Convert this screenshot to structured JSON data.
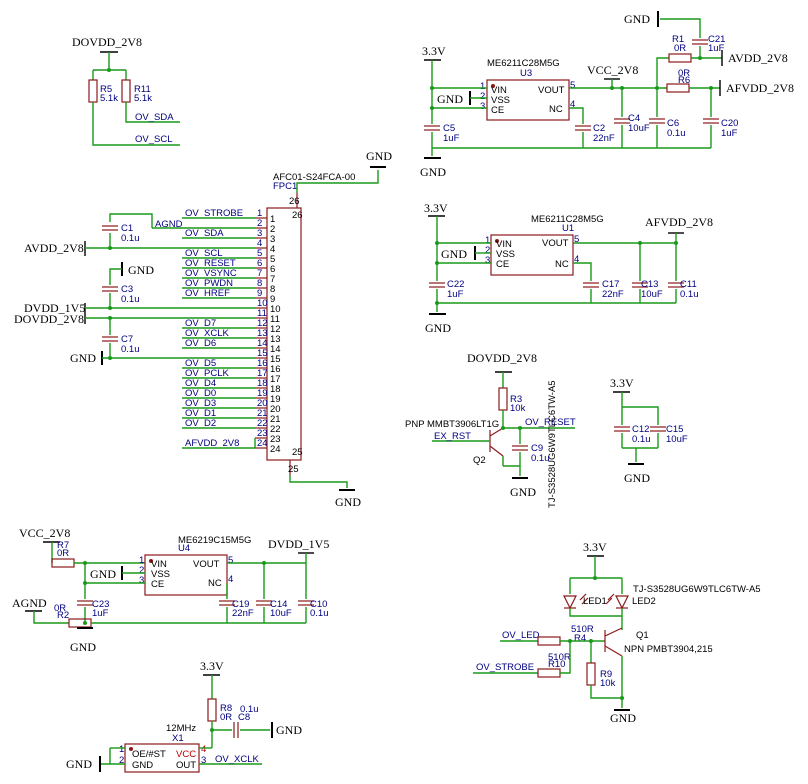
{
  "power": {
    "dovdd_2v8": "DOVDD_2V8",
    "v33": "3.3V",
    "vcc_2v8": "VCC_2V8",
    "avdd_2v8": "AVDD_2V8",
    "afvdd_2v8": "AFVDD_2V8",
    "dvdd_1v5": "DVDD_1V5",
    "dovdd_2v8_2": "DOVDD_2V8",
    "agnd": "AGND",
    "gnd": "GND"
  },
  "nets": {
    "ov_sda": "OV_SDA",
    "ov_scl": "OV_SCL",
    "ov_strobe": "OV_STROBE",
    "agnd": "AGND",
    "ov_reset": "OV_RESET",
    "ov_vsync": "OV_VSYNC",
    "ov_pwdn": "OV_PWDN",
    "ov_href": "OV_HREF",
    "ov_d7": "OV_D7",
    "ov_xclk": "OV_XCLK",
    "ov_d6": "OV_D6",
    "ov_d5": "OV_D5",
    "ov_pclk": "OV_PCLK",
    "ov_d4": "OV_D4",
    "ov_d0": "OV_D0",
    "ov_d3": "OV_D3",
    "ov_d1": "OV_D1",
    "ov_d2": "OV_D2",
    "afvdd_2v8": "AFVDD_2V8",
    "ex_rst": "EX_RST",
    "ov_led": "OV_LED"
  },
  "connector": {
    "part": "AFC01-S24FCA-00",
    "ref": "FPC1",
    "pins_left": [
      "1",
      "2",
      "3",
      "4",
      "5",
      "6",
      "7",
      "8",
      "9",
      "10",
      "11",
      "12",
      "13",
      "14",
      "15",
      "16",
      "17",
      "18",
      "19",
      "20",
      "21",
      "22",
      "23",
      "24"
    ],
    "pins_right": [
      "1",
      "2",
      "3",
      "4",
      "5",
      "6",
      "7",
      "8",
      "9",
      "10",
      "11",
      "12",
      "13",
      "14",
      "15",
      "16",
      "17",
      "18",
      "19",
      "20",
      "21",
      "22",
      "23",
      "24"
    ],
    "pin26": "26",
    "pin25": "25",
    "pin25b": "25"
  },
  "pullups": {
    "r5_ref": "R5",
    "r5_val": "5.1k",
    "r11_ref": "R11",
    "r11_val": "5.1k"
  },
  "conn_caps": {
    "c1_ref": "C1",
    "c1_val": "0.1u",
    "c3_ref": "C3",
    "c3_val": "0.1u",
    "c7_ref": "C7",
    "c7_val": "0.1u"
  },
  "u3": {
    "part": "ME6211C28M5G",
    "ref": "U3",
    "pin1": "1",
    "pin2": "2",
    "pin3": "3",
    "pin4": "4",
    "pin5": "5",
    "vin": "VIN",
    "vss": "VSS",
    "ce": "CE",
    "vout": "VOUT",
    "nc": "NC",
    "c5_ref": "C5",
    "c5_val": "1uF",
    "c2_ref": "C2",
    "c2_val": "22nF",
    "c4_ref": "C4",
    "c4_val": "10uF",
    "c6_ref": "C6",
    "c6_val": "0.1u",
    "c20_ref": "C20",
    "c20_val": "1uF",
    "c21_ref": "C21",
    "c21_val": "1uF",
    "r1_ref": "R1",
    "r1_val": "0R",
    "r6_ref": "R6",
    "r6_val": "0R"
  },
  "u1": {
    "part": "ME6211C28M5G",
    "ref": "U1",
    "pin1": "1",
    "pin2": "2",
    "pin3": "3",
    "pin4": "4",
    "pin5": "5",
    "vin": "VIN",
    "vss": "VSS",
    "ce": "CE",
    "vout": "VOUT",
    "nc": "NC",
    "c22_ref": "C22",
    "c22_val": "1uF",
    "c17_ref": "C17",
    "c17_val": "22nF",
    "c13_ref": "C13",
    "c13_val": "10uF",
    "c11_ref": "C11",
    "c11_val": "0.1u"
  },
  "reset": {
    "r3_ref": "R3",
    "r3_val": "10k",
    "q2_part": "PNP MMBT3906LT1G",
    "q2_ref": "Q2",
    "c9_ref": "C9",
    "c9_val": "0.1u"
  },
  "caps33": {
    "c12_ref": "C12",
    "c12_val": "0.1u",
    "c15_ref": "C15",
    "c15_val": "10uF"
  },
  "u4": {
    "part": "ME6219C15M5G",
    "ref": "U4",
    "pin1": "1",
    "pin2": "2",
    "pin3": "3",
    "pin4": "4",
    "pin5": "5",
    "vin": "VIN",
    "vss": "VSS",
    "ce": "CE",
    "vout": "VOUT",
    "nc": "NC",
    "r7_ref": "R7",
    "r7_val": "0R",
    "r2_ref": "R2",
    "r2_val": "0R",
    "c23_ref": "C23",
    "c23_val": "1uF",
    "c19_ref": "C19",
    "c19_val": "22nF",
    "c14_ref": "C14",
    "c14_val": "10uF",
    "c10_ref": "C10",
    "c10_val": "0.1u"
  },
  "osc": {
    "freq": "12MHz",
    "ref": "X1",
    "r8_ref": "R8",
    "r8_val": "0R",
    "c8_ref": "C8",
    "c8_val": "0.1u",
    "pin1": "1",
    "pin2": "2",
    "pin3": "3",
    "pin4": "4",
    "oe": "OE/#ST",
    "gnd": "GND",
    "vcc": "VCC",
    "out": "OUT"
  },
  "led": {
    "part_a": "TJ-S3528UG6W9TLC6TW-A5",
    "part_b": "TJ-S3528UG6W9TLC6TW-A5",
    "led1": "LED1",
    "led2": "LED2",
    "r4_ref": "R4",
    "r4_val": "510R",
    "r10_ref": "R10",
    "r10_val": "510R",
    "r9_ref": "R9",
    "r9_val": "10k",
    "q1_ref": "Q1",
    "q1_part": "NPN PMBT3904,215"
  }
}
